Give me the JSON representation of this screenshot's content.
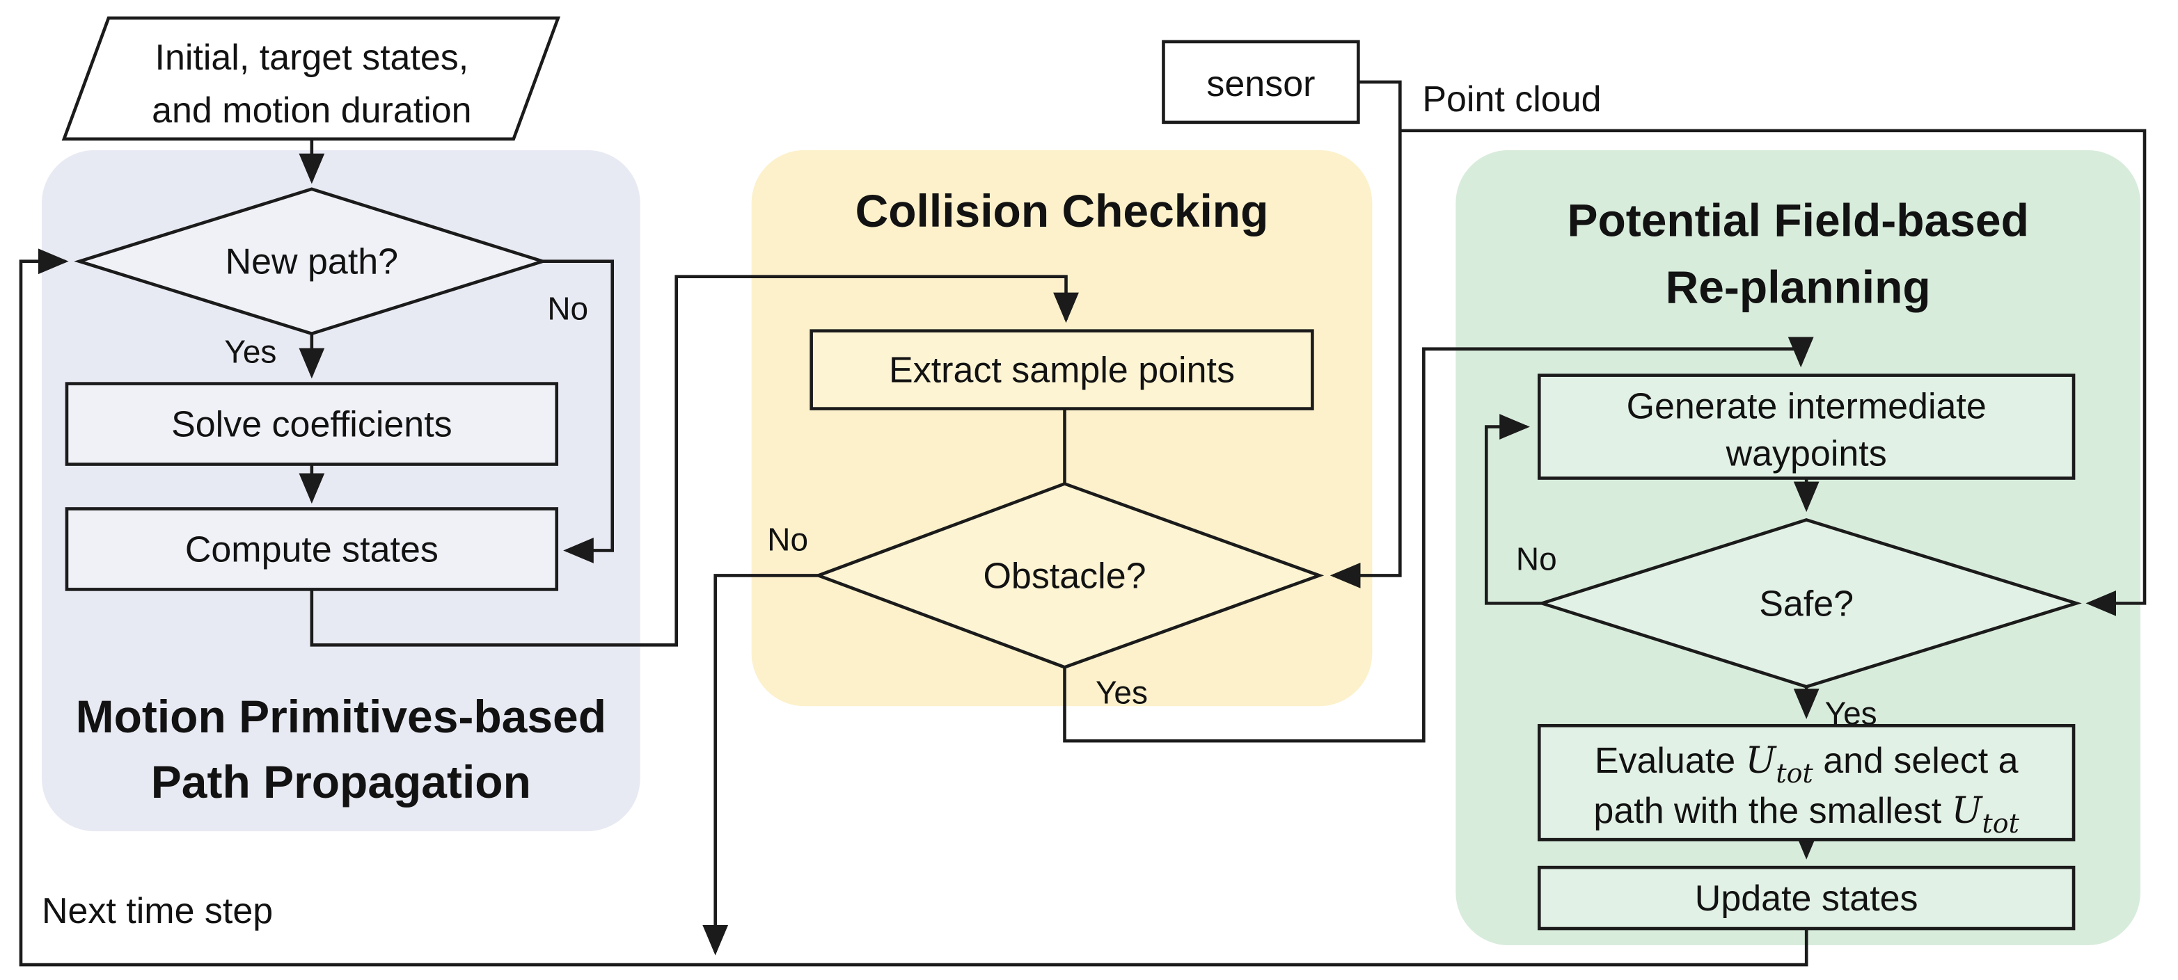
{
  "figure": {
    "input_line1": "Initial, target states,",
    "input_line2": "and motion duration",
    "sensor_label": "sensor",
    "point_cloud_label": "Point cloud",
    "next_time_step_label": "Next time step"
  },
  "sections": {
    "motion": {
      "title_line1": "Motion Primitives-based",
      "title_line2": "Path Propagation"
    },
    "collision": {
      "title": "Collision Checking"
    },
    "potential": {
      "title_line1": "Potential Field-based",
      "title_line2": "Re-planning"
    }
  },
  "nodes": {
    "new_path": {
      "label": "New path?"
    },
    "solve": {
      "label": "Solve coefficients"
    },
    "compute": {
      "label": "Compute states"
    },
    "extract": {
      "label": "Extract sample points"
    },
    "obstacle": {
      "label": "Obstacle?"
    },
    "generate": {
      "line1": "Generate intermediate",
      "line2": "waypoints"
    },
    "safe": {
      "label": "Safe?"
    },
    "evaluate": {
      "line1_pre": "Evaluate ",
      "line1_sym": "U",
      "line1_sub": "tot",
      "line1_post": " and select a",
      "line2_pre": "path with the smallest ",
      "line2_sym": "U",
      "line2_sub": "tot"
    },
    "update": {
      "label": "Update states"
    }
  },
  "edge_labels": {
    "new_path_yes": "Yes",
    "new_path_no": "No",
    "obstacle_yes": "Yes",
    "obstacle_no": "No",
    "safe_yes": "Yes",
    "safe_no": "No"
  },
  "colors": {
    "panel_motion": "#E8EAF3",
    "panel_collision": "#FCF1CB",
    "panel_potential": "#D8ECDB",
    "box_motion": "#EFF1F7",
    "box_collision": "#FDF4D3",
    "box_potential": "#E2F1E5",
    "white": "#FFFFFF"
  }
}
